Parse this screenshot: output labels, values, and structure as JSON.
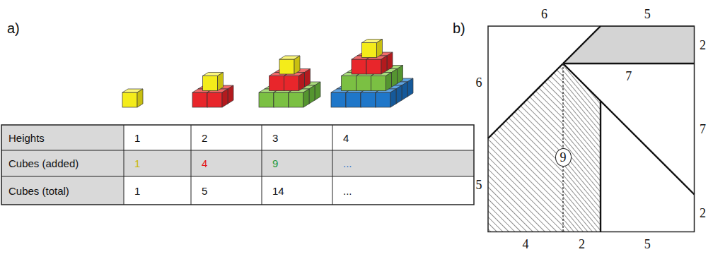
{
  "diagram": {
    "labels": [
      "a)",
      "Heights",
      "1",
      "2",
      "3",
      "4",
      "Cubes (added)",
      "1",
      "4",
      "9",
      "...",
      "Cubes (total)",
      "1",
      "5",
      "14",
      "...",
      "b)",
      "6",
      "5",
      "2",
      "6",
      "7",
      "7",
      "9",
      "5",
      "2",
      "4",
      "2",
      "5"
    ]
  }
}
